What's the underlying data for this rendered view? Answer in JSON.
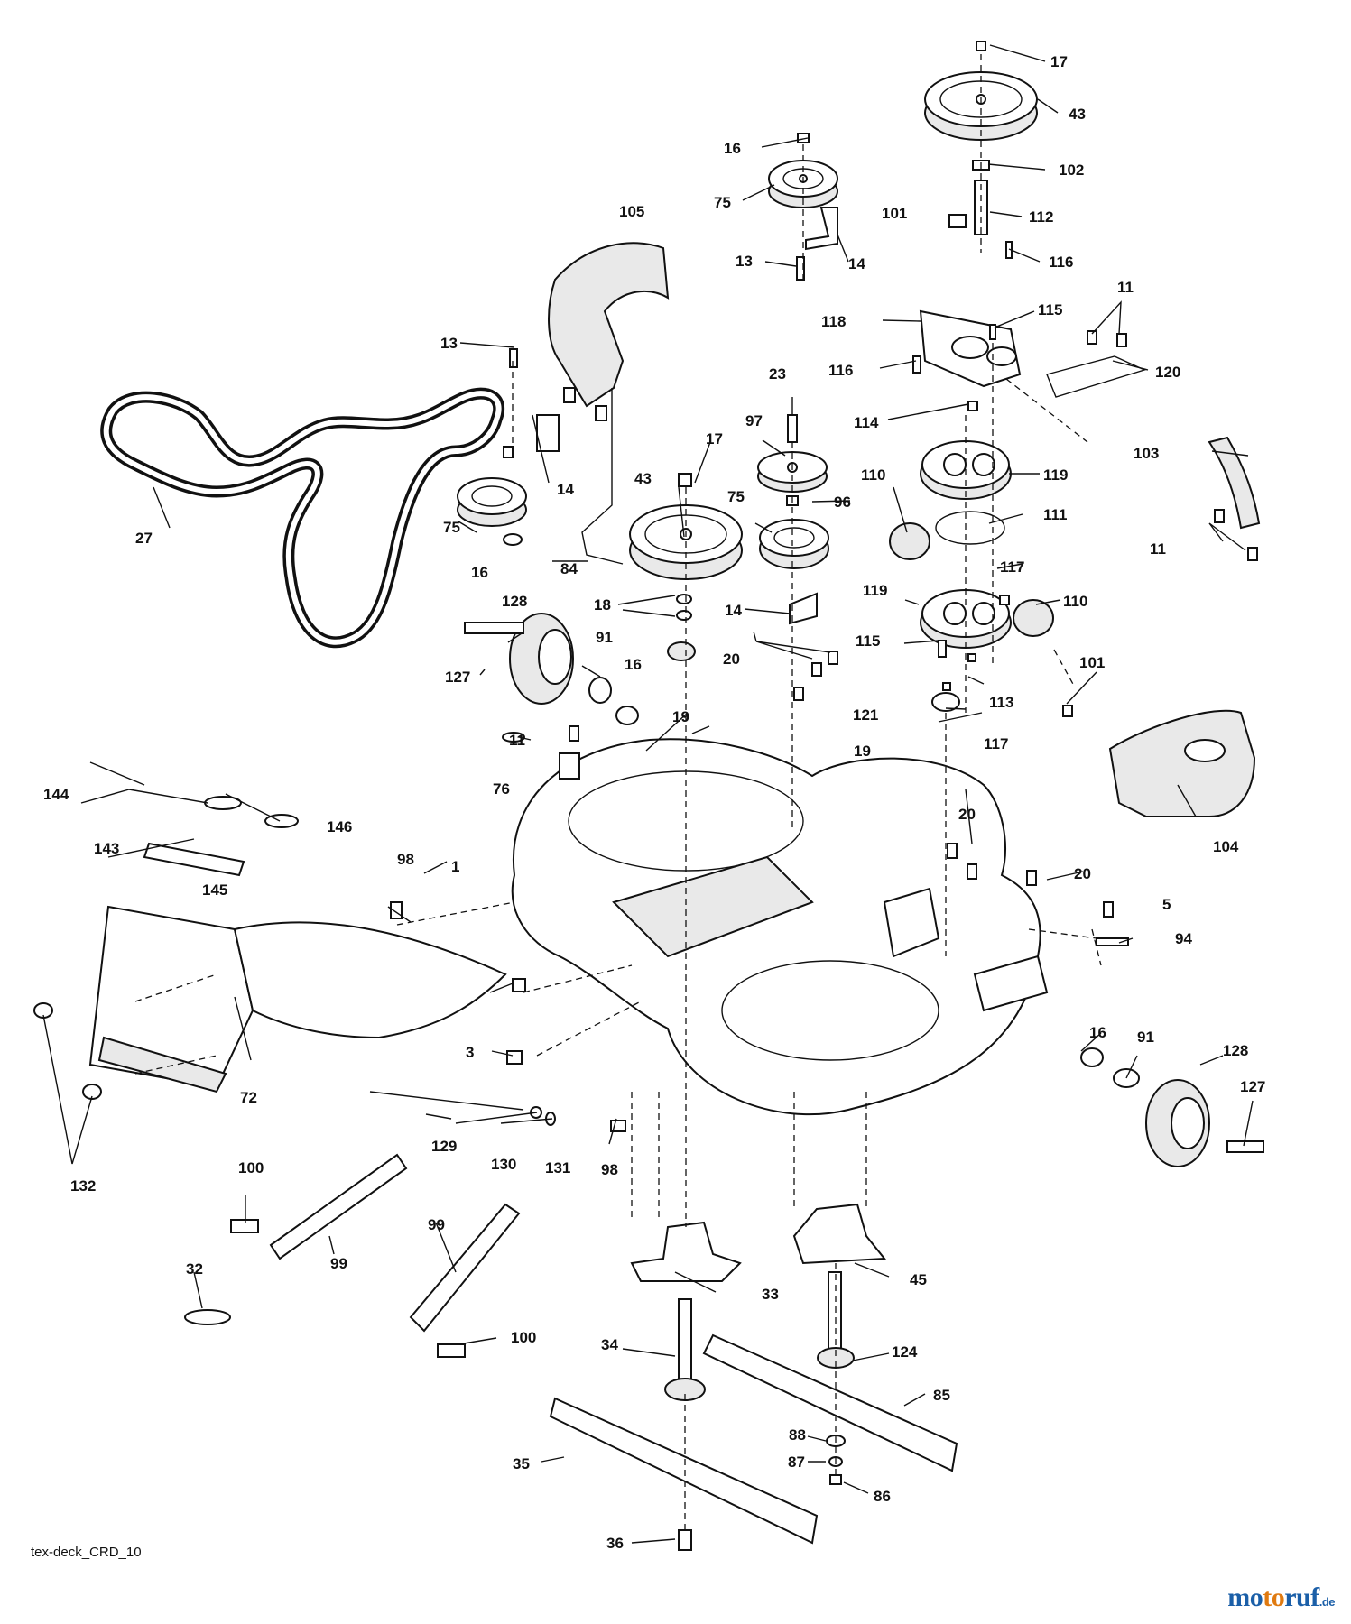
{
  "caption": "tex-deck_CRD_10",
  "watermark": {
    "main": "motoruf",
    "suffix": ".de",
    "colors": {
      "primary": "#1b5fa8",
      "accent": "#e07a10"
    }
  },
  "labels": [
    {
      "id": "l17a",
      "text": "17"
    },
    {
      "id": "l43a",
      "text": "43"
    },
    {
      "id": "l102",
      "text": "102"
    },
    {
      "id": "l112",
      "text": "112"
    },
    {
      "id": "l101a",
      "text": "101"
    },
    {
      "id": "l116a",
      "text": "116"
    },
    {
      "id": "l16a",
      "text": "16"
    },
    {
      "id": "l75a",
      "text": "75"
    },
    {
      "id": "l105",
      "text": "105"
    },
    {
      "id": "l13a",
      "text": "13"
    },
    {
      "id": "l14a",
      "text": "14"
    },
    {
      "id": "l115a",
      "text": "115"
    },
    {
      "id": "l11a",
      "text": "11"
    },
    {
      "id": "l118",
      "text": "118"
    },
    {
      "id": "l116b",
      "text": "116"
    },
    {
      "id": "l120",
      "text": "120"
    },
    {
      "id": "l13b",
      "text": "13"
    },
    {
      "id": "l23",
      "text": "23"
    },
    {
      "id": "l114",
      "text": "114"
    },
    {
      "id": "l97",
      "text": "97"
    },
    {
      "id": "l17b",
      "text": "17"
    },
    {
      "id": "l103",
      "text": "103"
    },
    {
      "id": "l110a",
      "text": "110"
    },
    {
      "id": "l119a",
      "text": "119"
    },
    {
      "id": "l14b",
      "text": "14"
    },
    {
      "id": "l43b",
      "text": "43"
    },
    {
      "id": "l75b",
      "text": "75"
    },
    {
      "id": "l96",
      "text": "96"
    },
    {
      "id": "l27",
      "text": "27"
    },
    {
      "id": "l75c",
      "text": "75"
    },
    {
      "id": "l111",
      "text": "111"
    },
    {
      "id": "l11b",
      "text": "11"
    },
    {
      "id": "l16b",
      "text": "16"
    },
    {
      "id": "l84",
      "text": "84"
    },
    {
      "id": "l117a",
      "text": "117"
    },
    {
      "id": "l119b",
      "text": "119"
    },
    {
      "id": "l110b",
      "text": "110"
    },
    {
      "id": "l18",
      "text": "18"
    },
    {
      "id": "l14c",
      "text": "14"
    },
    {
      "id": "l128a",
      "text": "128"
    },
    {
      "id": "l91a",
      "text": "91"
    },
    {
      "id": "l115b",
      "text": "115"
    },
    {
      "id": "l20a",
      "text": "20"
    },
    {
      "id": "l16c",
      "text": "16"
    },
    {
      "id": "l127a",
      "text": "127"
    },
    {
      "id": "l113",
      "text": "113"
    },
    {
      "id": "l101b",
      "text": "101"
    },
    {
      "id": "l19a",
      "text": "19"
    },
    {
      "id": "l121",
      "text": "121"
    },
    {
      "id": "l11c",
      "text": "11"
    },
    {
      "id": "l19b",
      "text": "19"
    },
    {
      "id": "l117b",
      "text": "117"
    },
    {
      "id": "l76",
      "text": "76"
    },
    {
      "id": "l144",
      "text": "144"
    },
    {
      "id": "l146",
      "text": "146"
    },
    {
      "id": "l104",
      "text": "104"
    },
    {
      "id": "l143",
      "text": "143"
    },
    {
      "id": "l20b",
      "text": "20"
    },
    {
      "id": "l98a",
      "text": "98"
    },
    {
      "id": "l1",
      "text": "1"
    },
    {
      "id": "l145",
      "text": "145"
    },
    {
      "id": "l20c",
      "text": "20"
    },
    {
      "id": "l5",
      "text": "5"
    },
    {
      "id": "l94",
      "text": "94"
    },
    {
      "id": "l3",
      "text": "3"
    },
    {
      "id": "l16d",
      "text": "16"
    },
    {
      "id": "l91b",
      "text": "91"
    },
    {
      "id": "l128b",
      "text": "128"
    },
    {
      "id": "l72",
      "text": "72"
    },
    {
      "id": "l127b",
      "text": "127"
    },
    {
      "id": "l129",
      "text": "129"
    },
    {
      "id": "l130",
      "text": "130"
    },
    {
      "id": "l131",
      "text": "131"
    },
    {
      "id": "l98b",
      "text": "98"
    },
    {
      "id": "l132",
      "text": "132"
    },
    {
      "id": "l100a",
      "text": "100"
    },
    {
      "id": "l99a",
      "text": "99"
    },
    {
      "id": "l99b",
      "text": "99"
    },
    {
      "id": "l45",
      "text": "45"
    },
    {
      "id": "l33",
      "text": "33"
    },
    {
      "id": "l32",
      "text": "32"
    },
    {
      "id": "l100b",
      "text": "100"
    },
    {
      "id": "l34",
      "text": "34"
    },
    {
      "id": "l124",
      "text": "124"
    },
    {
      "id": "l85",
      "text": "85"
    },
    {
      "id": "l88",
      "text": "88"
    },
    {
      "id": "l35",
      "text": "35"
    },
    {
      "id": "l87",
      "text": "87"
    },
    {
      "id": "l86",
      "text": "86"
    },
    {
      "id": "l36",
      "text": "36"
    }
  ]
}
